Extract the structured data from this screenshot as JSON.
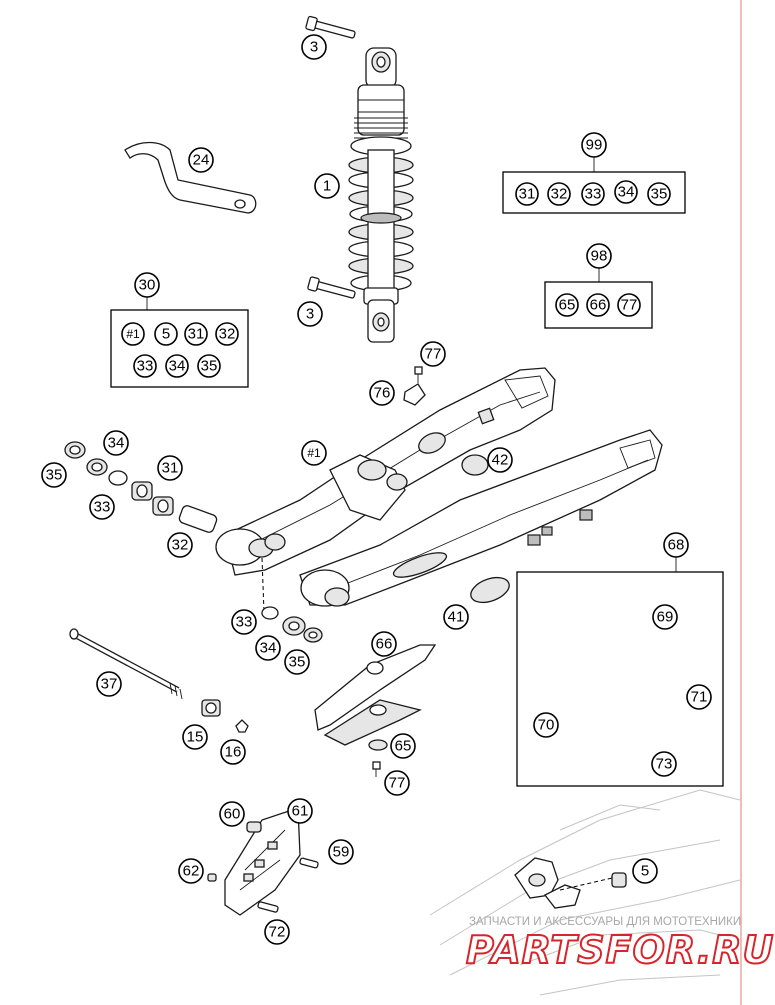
{
  "callouts": {
    "shock_absorber": "1",
    "shock_bolt_top": "3",
    "shock_bolt_bottom": "3",
    "hook_wrench": "24",
    "swingarm": "#1",
    "swingarm_kit_title": "30",
    "pivot_bushing_left": "34",
    "pivot_washer_left": "35",
    "pivot_seal_left": "33",
    "needle_bearing_left": "31",
    "sleeve": "32",
    "pivot_seal_right": "33",
    "pivot_bushing_right": "34",
    "pivot_washer_right": "35",
    "bearing_kit_title": "99",
    "screw_kit_title": "98",
    "clip_screw": "77",
    "clip": "76",
    "rubber_plug": "42",
    "rubber_cap": "41",
    "pivot_axle": "37",
    "axle_nut": "15",
    "axle_cap": "16",
    "chain_slider": "66",
    "slider_washer": "65",
    "slider_screw": "77",
    "chain_guide_kit_title": "68",
    "chain_guide_upper": "69",
    "chain_guide_lower": "70",
    "guide_screw_short": "71",
    "guide_screw_long": "73",
    "guard_bushing": "60",
    "chain_guard": "61",
    "guard_screw": "59",
    "guard_nut": "62",
    "guard_bolt": "72",
    "inset_nut": "5"
  },
  "kit_boxes": {
    "swingarm_kit": [
      "#1",
      "5",
      "31",
      "32",
      "33",
      "34",
      "35"
    ],
    "bearing_kit": [
      "31",
      "32",
      "33",
      "34",
      "35"
    ],
    "screw_kit": [
      "65",
      "66",
      "77"
    ]
  },
  "watermark": {
    "tagline": "ЗАПЧАСТИ И АКСЕССУАРЫ ДЛЯ МОТОТЕХНИКИ",
    "logo": "PARTSFOR.RU"
  },
  "colors": {
    "logo_red": "#d7262b",
    "page_border_red": "#e07a7a"
  }
}
